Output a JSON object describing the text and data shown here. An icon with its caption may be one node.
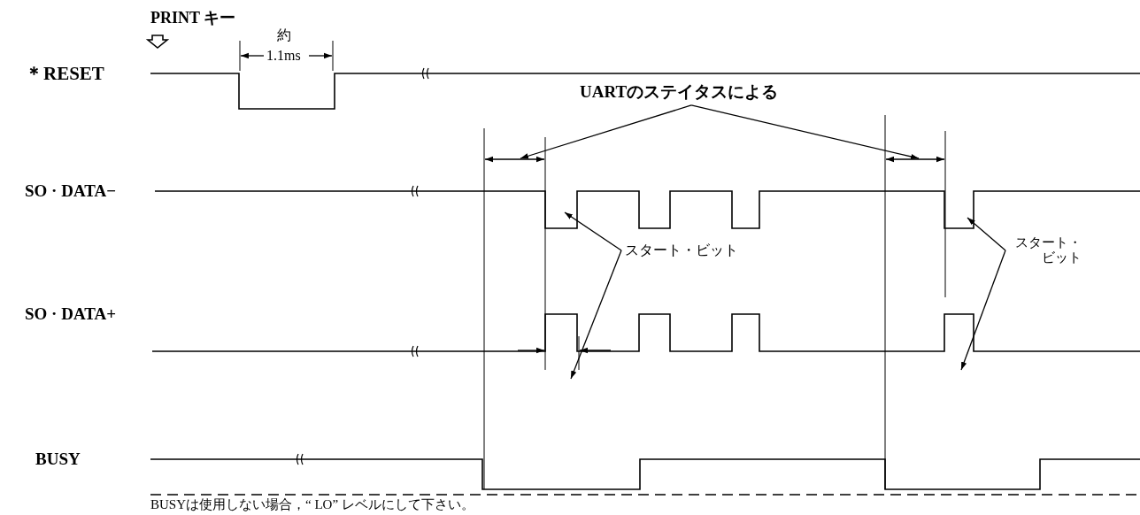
{
  "diagram": {
    "nodes": [
      {
        "text": [
          "UARTのステイタスによる"
        ]
      },
      {
        "text": [
          "スタート・ビット"
        ]
      },
      {
        "text": [
          "スタート・ビット"
        ]
      },
      {
        "text": [],
        "shape": "line"
      },
      {
        "text": [],
        "shape": "line"
      },
      {
        "text": [],
        "shape": "waveform"
      },
      {
        "text": [],
        "shape": "waveform"
      }
    ],
    "edges": [
      {
        "from": 0,
        "to": 3,
        "arrow": "to"
      },
      {
        "from": 0,
        "to": 4,
        "arrow": "to"
      },
      {
        "from": 1,
        "to": 5,
        "arrow": "to"
      },
      {
        "from": 1,
        "to": 6,
        "arrow": "to"
      },
      {
        "from": 2,
        "to": 5,
        "arrow": "to"
      },
      {
        "from": 2,
        "to": 6,
        "arrow": "to"
      }
    ],
    "labels": [
      "PRINT キー",
      "＊RESET",
      "約",
      "1.1ms",
      "SO · DATA−",
      "SO · DATA+",
      "BUSY",
      "BUSYは使用しない場合，“ LO” レベルにして下さい。"
    ]
  }
}
